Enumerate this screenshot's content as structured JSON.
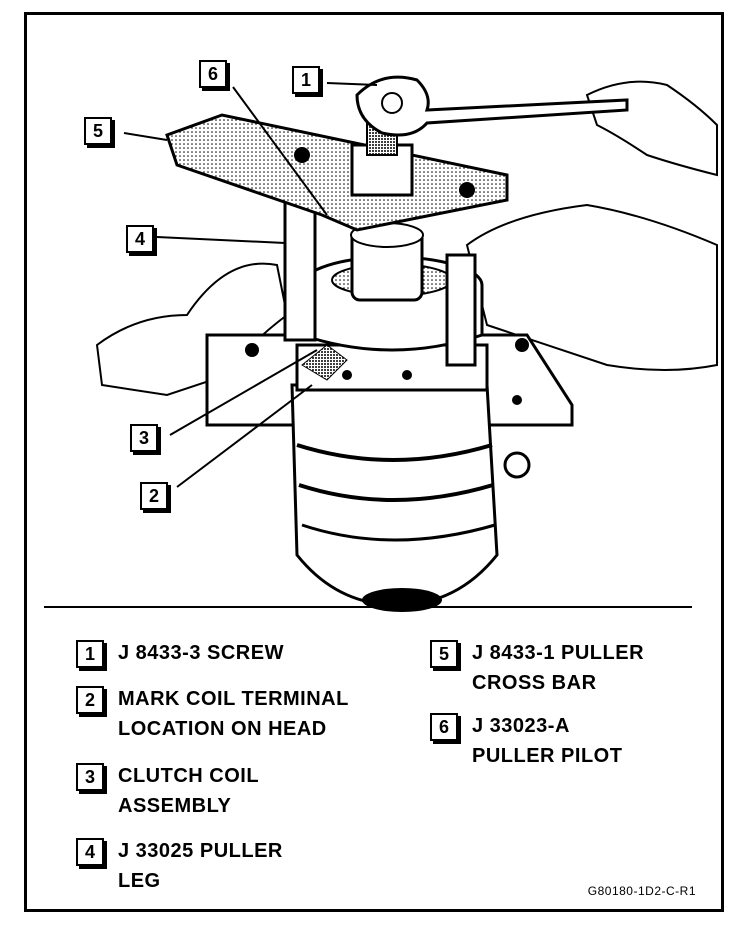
{
  "diagram": {
    "callouts": [
      "1",
      "2",
      "3",
      "4",
      "5",
      "6"
    ],
    "legend": [
      {
        "num": "1",
        "text": "J 8433-3 SCREW"
      },
      {
        "num": "2",
        "text": "MARK COIL TERMINAL\nLOCATION ON HEAD"
      },
      {
        "num": "3",
        "text": "CLUTCH COIL\nASSEMBLY"
      },
      {
        "num": "4",
        "text": "J 33025 PULLER\nLEG"
      },
      {
        "num": "5",
        "text": "J 8433-1 PULLER\nCROSS BAR"
      },
      {
        "num": "6",
        "text": "J 33023-A\nPULLER PILOT"
      }
    ],
    "figure_id": "G80180-1D2-C-R1"
  }
}
